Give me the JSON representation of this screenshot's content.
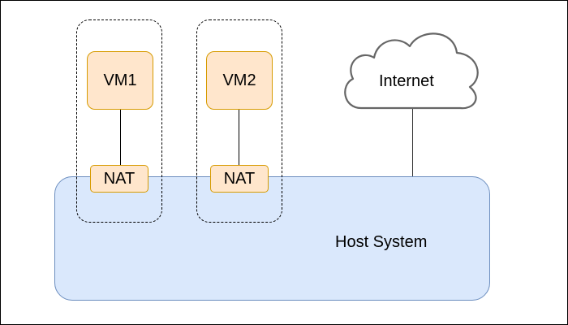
{
  "host": {
    "label": "Host System"
  },
  "vms": [
    {
      "label": "VM1",
      "nat_label": "NAT"
    },
    {
      "label": "VM2",
      "nat_label": "NAT"
    }
  ],
  "internet": {
    "label": "Internet"
  },
  "colors": {
    "host_fill": "#dae8fc",
    "host_stroke": "#6c8ebf",
    "node_fill": "#ffe6cc",
    "node_stroke": "#d79b00",
    "cloud_stroke": "#666666"
  },
  "icons": {
    "internet": "cloud-icon"
  }
}
